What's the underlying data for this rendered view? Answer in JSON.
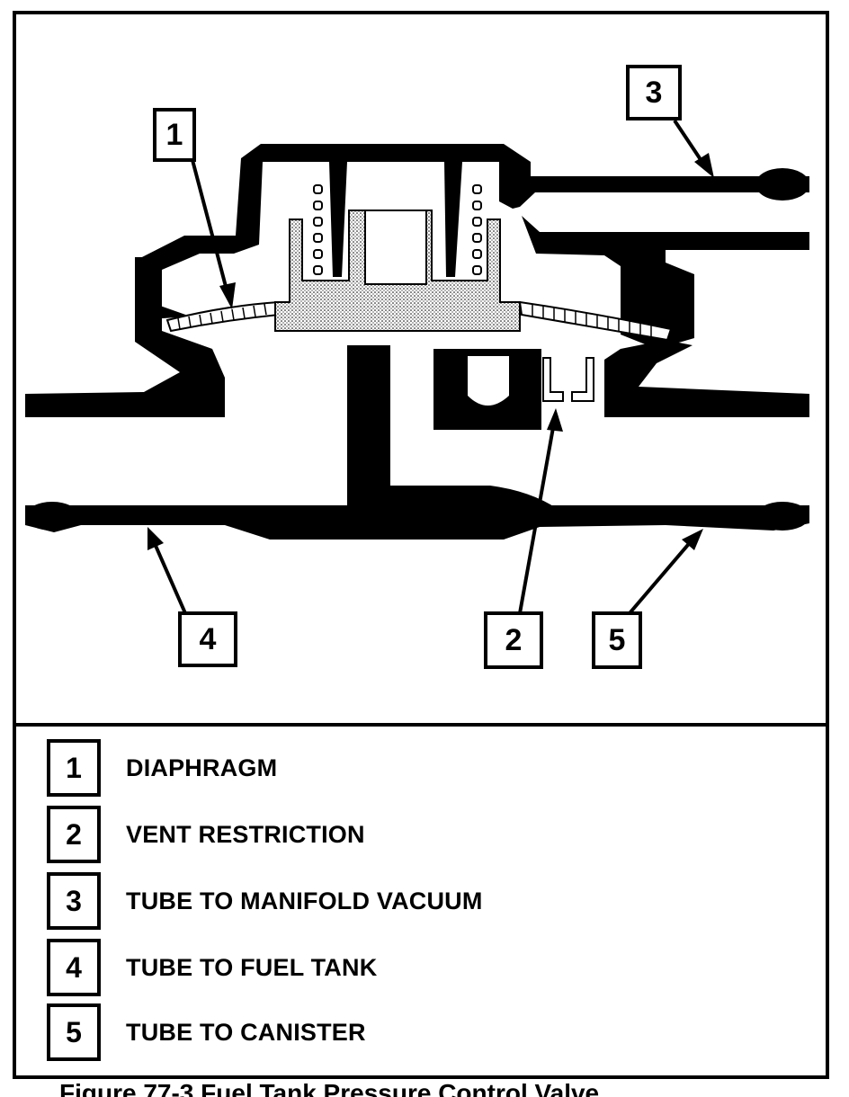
{
  "callouts": {
    "c1": "1",
    "c2": "2",
    "c3": "3",
    "c4": "4",
    "c5": "5"
  },
  "legend": [
    {
      "num": "1",
      "label": "DIAPHRAGM"
    },
    {
      "num": "2",
      "label": "VENT RESTRICTION"
    },
    {
      "num": "3",
      "label": "TUBE TO MANIFOLD VACUUM"
    },
    {
      "num": "4",
      "label": "TUBE TO FUEL TANK"
    },
    {
      "num": "5",
      "label": "TUBE TO CANISTER"
    }
  ],
  "caption": "Figure 77-3 Fuel Tank Pressure Control Valve",
  "colors": {
    "ink": "#000000",
    "paper": "#ffffff",
    "stipple": "#d9d9d9"
  }
}
